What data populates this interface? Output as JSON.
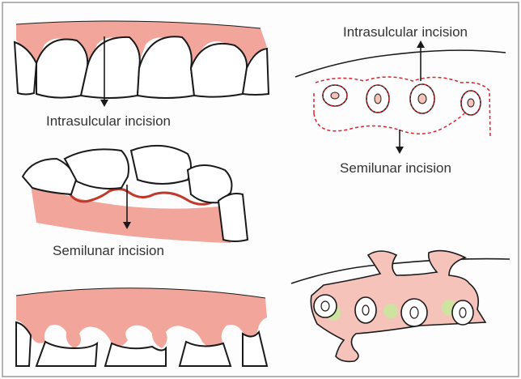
{
  "labels": {
    "intrasulcular_top_left": "Intrasulcular incision",
    "intrasulcular_top_right": "Intrasulcular incision",
    "semilunar_middle_left": "Semilunar incision",
    "semilunar_right": "Semilunar incision"
  },
  "colors": {
    "gum": "#f2a59a",
    "gum_light": "#f6c3bb",
    "gum_dark": "#c0392b",
    "tooth_fill": "#ffffff",
    "outline": "#1a1a1a",
    "incision": "#d9232d",
    "root_green": "#cfe3a0",
    "frame_border": "#9a9a9a",
    "frame_bg": "#fdfdfd"
  }
}
